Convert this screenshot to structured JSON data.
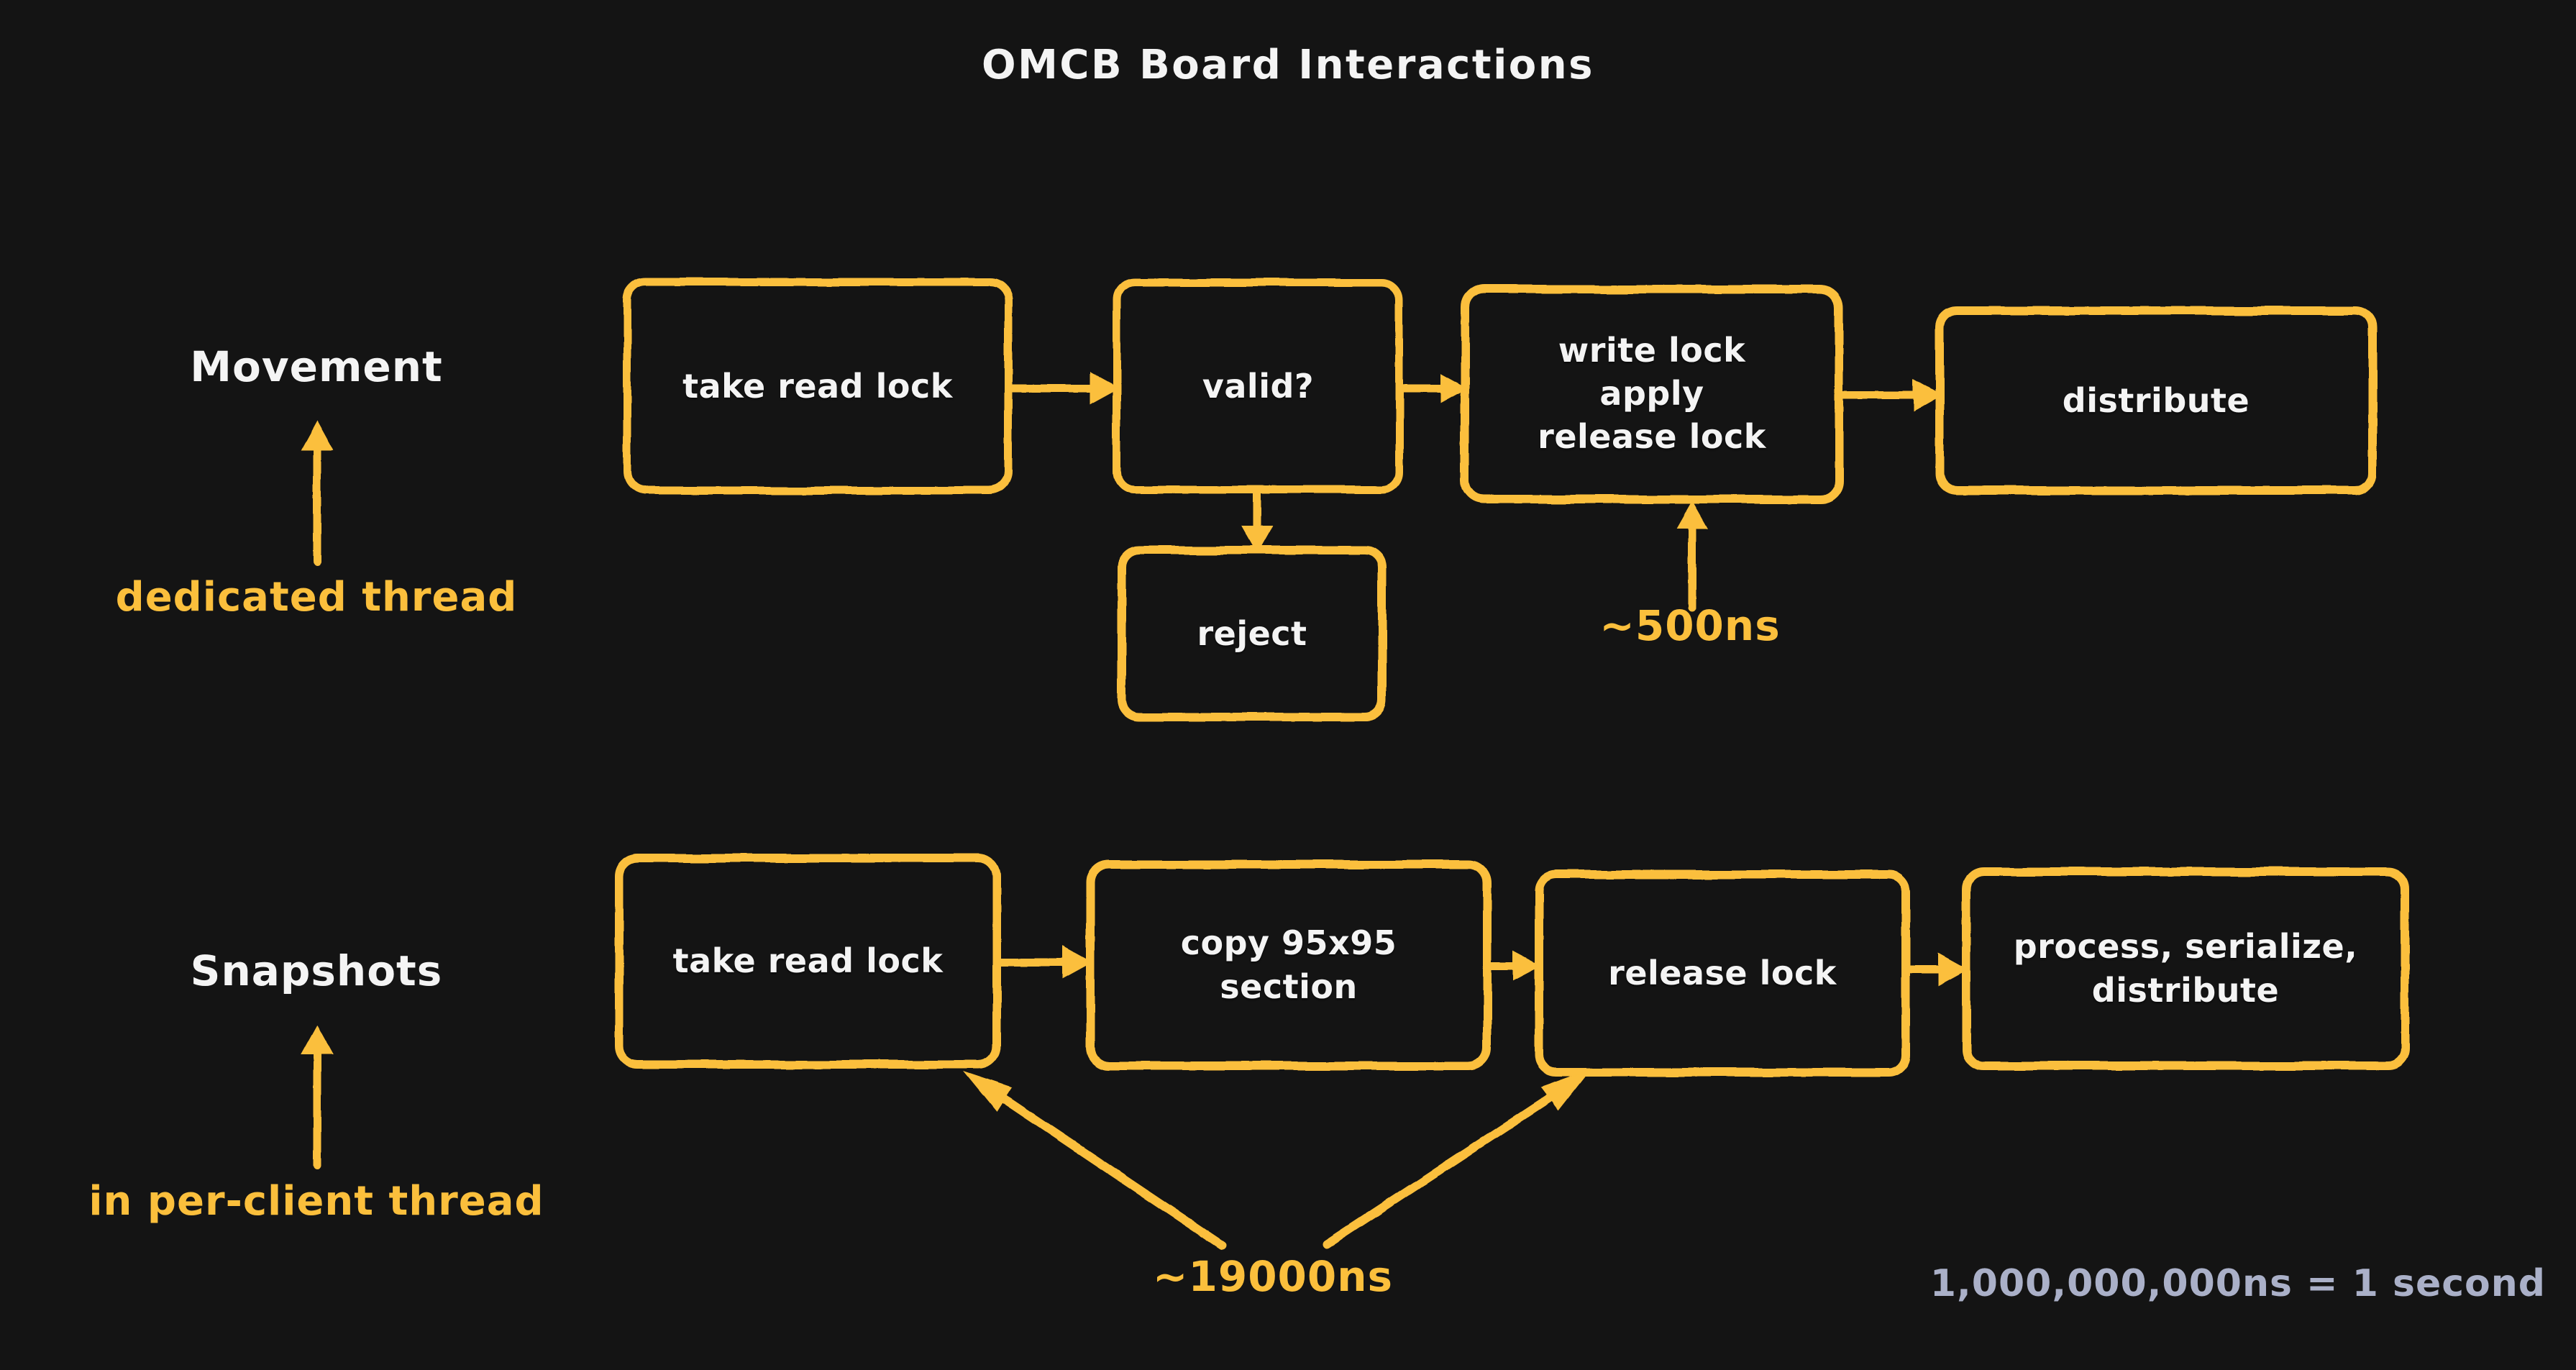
{
  "page": {
    "title": "OMCB Board Interactions",
    "background_color": "#141414",
    "accent_color": "#fbbf3c",
    "node_text_color": "#f4f4f4",
    "legend_text_color": "#aab0c8"
  },
  "legend": {
    "note": "1,000,000,000ns = 1 second"
  },
  "rows": [
    {
      "id": "movement",
      "title": "Movement",
      "thread_note": "dedicated thread",
      "timing_note": "~500ns",
      "nodes": [
        {
          "id": "take-read-lock",
          "label": "take read lock"
        },
        {
          "id": "valid",
          "label": "valid?"
        },
        {
          "id": "write-lock-apply-release",
          "label": "write lock\napply\nrelease lock"
        },
        {
          "id": "distribute",
          "label": "distribute"
        },
        {
          "id": "reject",
          "label": "reject"
        }
      ],
      "edges": [
        {
          "from": "take-read-lock",
          "to": "valid"
        },
        {
          "from": "valid",
          "to": "write-lock-apply-release"
        },
        {
          "from": "write-lock-apply-release",
          "to": "distribute"
        },
        {
          "from": "valid",
          "to": "reject"
        }
      ]
    },
    {
      "id": "snapshots",
      "title": "Snapshots",
      "thread_note": "in per-client thread",
      "timing_note": "~19000ns",
      "nodes": [
        {
          "id": "take-read-lock-2",
          "label": "take read lock"
        },
        {
          "id": "copy-section",
          "label": "copy 95x95\nsection"
        },
        {
          "id": "release-lock",
          "label": "release lock"
        },
        {
          "id": "process-serialize-distribute",
          "label": "process, serialize,\ndistribute"
        }
      ],
      "edges": [
        {
          "from": "take-read-lock-2",
          "to": "copy-section"
        },
        {
          "from": "copy-section",
          "to": "release-lock"
        },
        {
          "from": "release-lock",
          "to": "process-serialize-distribute"
        }
      ]
    }
  ]
}
